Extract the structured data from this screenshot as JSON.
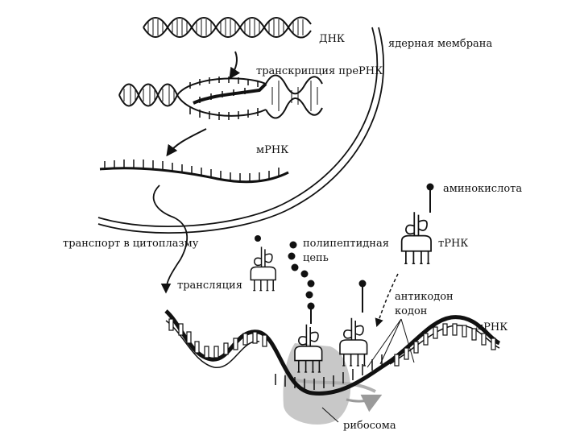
{
  "labels": {
    "dna": "ДНК",
    "nuclear_membrane": "ядерная мембрана",
    "transcription": "транскрипция преРНК",
    "mrna_top": "мРНК",
    "amino_acid": "аминокислота",
    "transport": "транспорт в цитоплазму",
    "polypeptide_line1": "полипептидная",
    "polypeptide_line2": "цепь",
    "trna": "тРНК",
    "translation": "трансляция",
    "anticodon": "антикодон",
    "codon": "кодон",
    "mrna_bottom": "мРНК",
    "ribosome": "рибосома"
  },
  "colors": {
    "ink": "#111111",
    "ribosome": "#c8c8c8",
    "background": "#ffffff"
  }
}
